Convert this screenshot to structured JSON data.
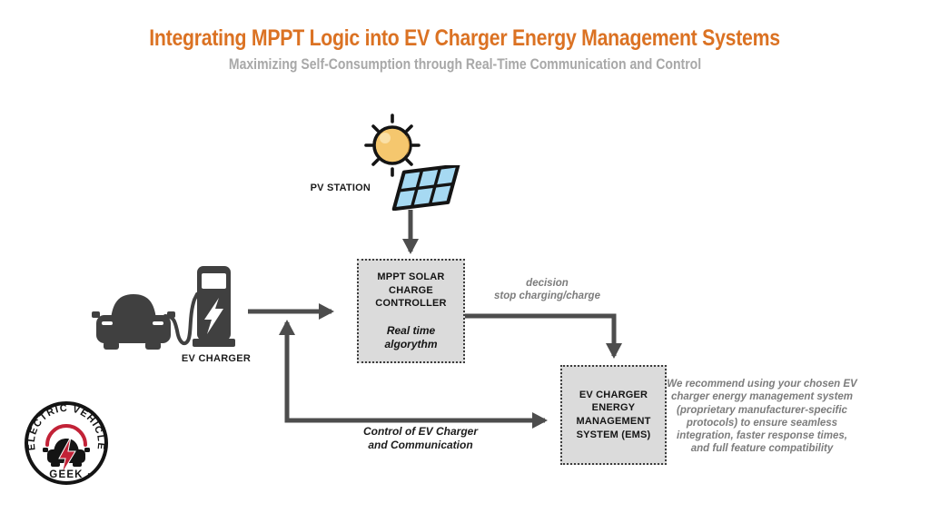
{
  "header": {
    "title": "Integrating MPPT Logic into EV Charger Energy Management Systems",
    "subtitle": "Maximizing Self-Consumption through Real-Time Communication and Control"
  },
  "diagram": {
    "pv_station_label": "PV STATION",
    "mppt_box": {
      "title": "MPPT SOLAR\nCHARGE\nCONTROLLER",
      "subtitle": "Real time\nalgorythm"
    },
    "ev_charger_label": "EV CHARGER",
    "ems_box": {
      "title": "EV CHARGER\nENERGY\nMANAGEMENT\nSYSTEM (EMS)"
    },
    "decision_label": "decision\nstop charging/charge",
    "control_label": "Control of EV Charger\nand Communication",
    "recommendation_note": "We recommend using your chosen EV\ncharger energy management system\n(proprietary manufacturer-specific\nprotocols) to ensure seamless\nintegration, faster response times,\nand full feature compatibility"
  },
  "logo": {
    "arc_text": "ELECTRIC VEHICLE",
    "bottom_text": "· GEEK ·"
  },
  "colors": {
    "title_orange": "#DB7223",
    "subtitle_gray": "#A8A8A8",
    "arrow_gray": "#4D4D4D",
    "box_fill": "#DBDBDB",
    "box_border": "#3C3C3C",
    "muted_text": "#7C7C7C",
    "dark_text": "#1C1C1C",
    "icon_dark": "#404040",
    "sun_yellow": "#F5C76E",
    "panel_blue": "#A6D9F2",
    "logo_red": "#C22237"
  }
}
